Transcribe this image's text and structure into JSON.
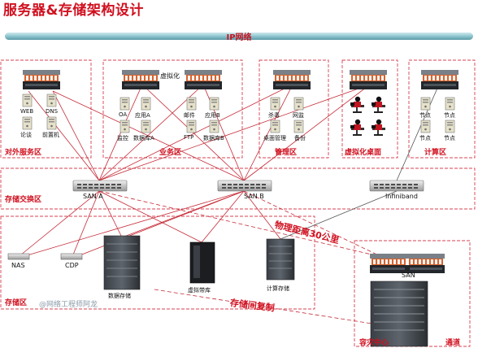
{
  "title": "服务器&存储架构设计",
  "ip_network": "IP网络",
  "zones": {
    "external_service": "对外服务区",
    "business": "业务区",
    "management": "管理区",
    "virtual_desktop": "虚拟化桌面",
    "compute": "计算区",
    "storage_switch": "存储交换区",
    "storage": "存储区"
  },
  "nodes": {
    "web": "WEB",
    "dns": "DNS",
    "forum": "论谈",
    "frontend": "前置机",
    "virtualization": "虚拟化",
    "oa": "OA",
    "app_a": "应用A",
    "mail": "邮件",
    "app_b": "应用B",
    "monitor": "监控",
    "db_a": "数据库A",
    "ftp": "FTP",
    "db_b": "数据库B",
    "antivirus": "杀毒",
    "net_monitor": "网监",
    "desktop_mgmt": "桌面管理",
    "backup": "备份",
    "node": "节点",
    "san_a": "SAN A",
    "san_b": "SAN B",
    "infiniband": "Infiniband",
    "nas": "NAS",
    "cdp": "CDP",
    "data_storage": "数据存储",
    "virtual_tape": "虚拟带库",
    "compute_storage": "计算存储",
    "san_remote": "SAN",
    "dr_center": "容灾中心",
    "channel": "通道"
  },
  "annotations": {
    "distance": "物理距离30公里",
    "replication": "存储间复制",
    "watermark": "@网络工程师阿龙"
  },
  "colors": {
    "accent_red": "#d0101f",
    "ip_bar": "#8fc6cf",
    "zone_border": "#d84050",
    "link": "#c52a36"
  },
  "icons": [
    "rack-server-icon",
    "pc-tower-icon",
    "vdi-user-icon",
    "san-switch-icon",
    "storage-cabinet-icon",
    "tape-library-icon"
  ]
}
